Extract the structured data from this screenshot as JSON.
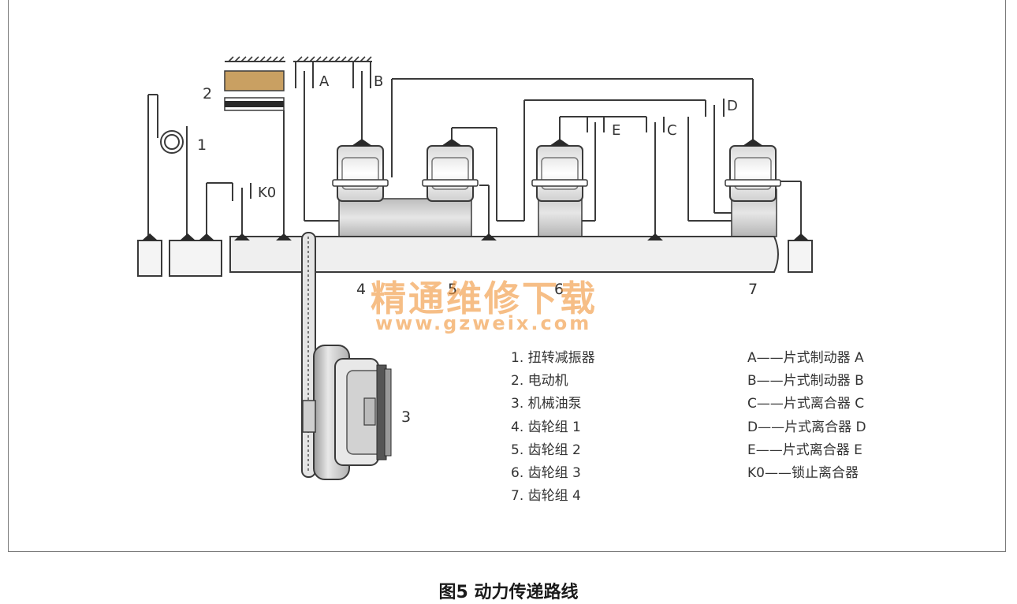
{
  "diagram": {
    "component_numbers": {
      "damper": "1",
      "motor": "2",
      "pump": "3",
      "gearset1": "4",
      "gearset2": "5",
      "gearset3": "6",
      "gearset4": "7"
    },
    "element_letters": {
      "brake_a": "A",
      "brake_b": "B",
      "clutch_c": "C",
      "clutch_d": "D",
      "clutch_e": "E",
      "lockup_k0": "K0"
    }
  },
  "legend_components": [
    "1. 扭转减振器",
    "2. 电动机",
    "3. 机械油泵",
    "4. 齿轮组 1",
    "5. 齿轮组 2",
    "6. 齿轮组 3",
    "7. 齿轮组 4"
  ],
  "legend_elements": [
    "A——片式制动器 A",
    "B——片式制动器 B",
    "C——片式离合器 C",
    "D——片式离合器 D",
    "E——片式离合器 E",
    "K0——锁止离合器"
  ],
  "watermark": {
    "text": "精通维修下载",
    "url": "www.gzweix.com"
  },
  "caption": "图5  动力传递路线",
  "colors": {
    "line": "#3a3a3a",
    "shaft_fill": "#ececec",
    "motor_stator": "#c9a062",
    "watermark": "#f0963c"
  }
}
